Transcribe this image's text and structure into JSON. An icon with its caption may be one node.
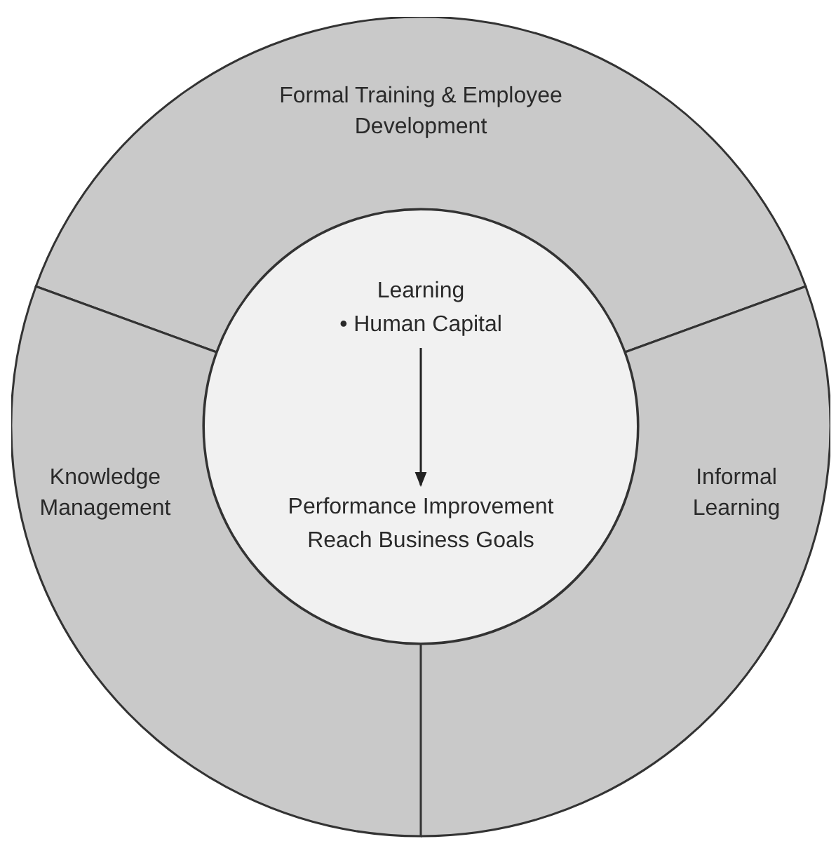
{
  "diagram": {
    "nodes": [
      {
        "text": [
          "Formal Training & Employee Development"
        ]
      },
      {
        "text": [
          "Knowledge Management"
        ]
      },
      {
        "text": [
          "Informal Learning"
        ]
      },
      {
        "text": [],
        "shape": "circle"
      },
      {
        "text": [
          "Learning",
          "• Human Capital"
        ],
        "in": 3
      },
      {
        "text": [
          "Performance Improvement",
          "Reach Business Goals"
        ],
        "in": 3
      }
    ],
    "edges": [
      {
        "from": 4,
        "to": 5,
        "arrow": "to"
      }
    ]
  }
}
